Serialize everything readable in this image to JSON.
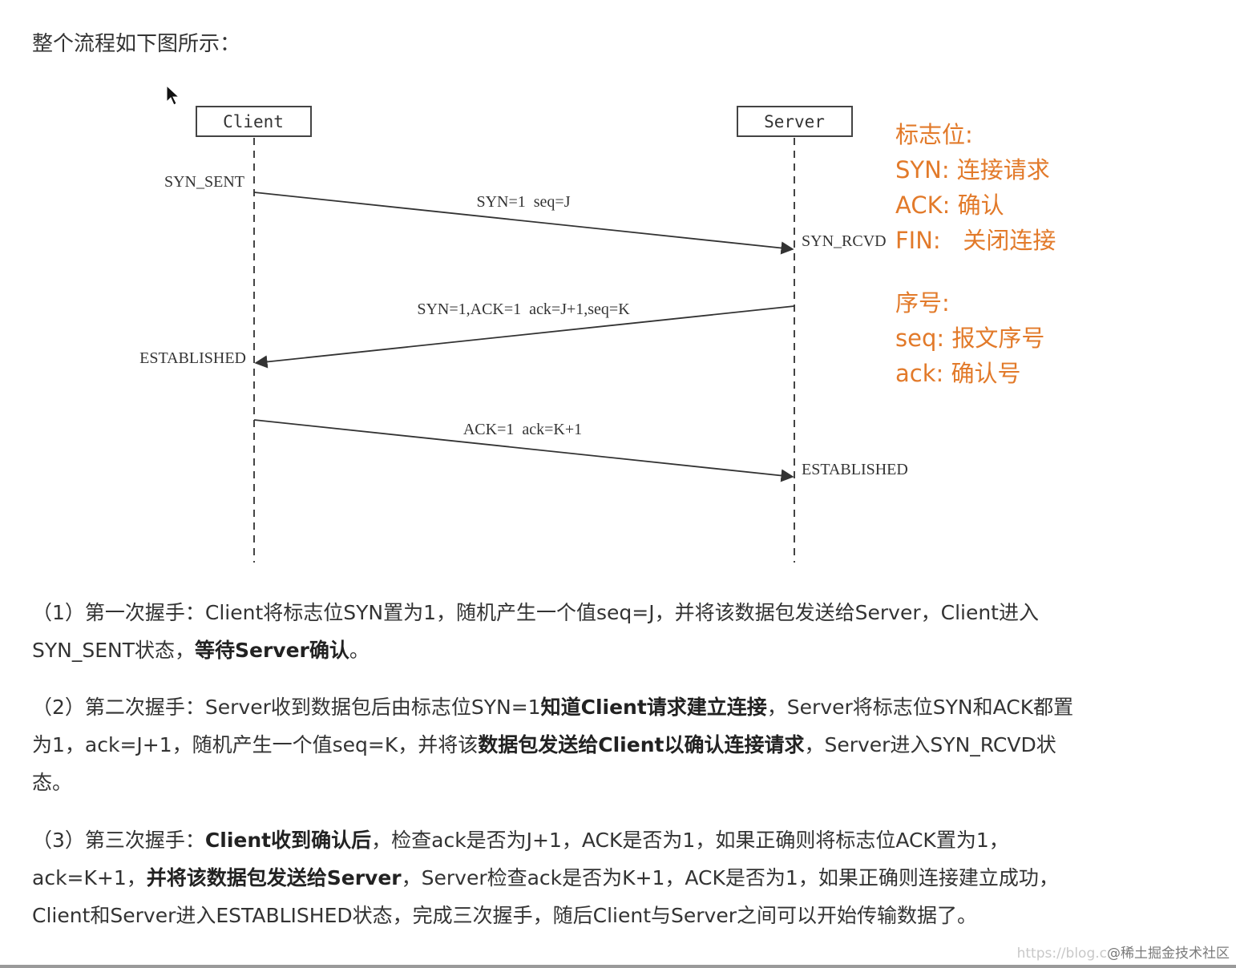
{
  "intro": "整个流程如下图所示：",
  "diagram": {
    "client_label": "Client",
    "server_label": "Server",
    "state_syn_sent": "SYN_SENT",
    "state_syn_rcvd": "SYN_RCVD",
    "state_client_established": "ESTABLISHED",
    "state_server_established": "ESTABLISHED",
    "msg1": "SYN=1  seq=J",
    "msg2": "SYN=1,ACK=1  ack=J+1,seq=K",
    "msg3": "ACK=1  ack=K+1"
  },
  "legend": {
    "flags_title": "标志位:",
    "syn": "SYN: 连接请求",
    "ack": "ACK: 确认",
    "fin": "FIN:   关闭连接",
    "seq_title": "序号:",
    "seq": "seq: 报文序号",
    "acknum": "ack: 确认号"
  },
  "steps": {
    "s1": {
      "lead": "（1）第一次握手：Client将标志位SYN置为1，随机产生一个值seq=J，并将该数据包发送给Server，Client进入SYN_SENT状态，",
      "bold": "等待Server确认",
      "tail": "。"
    },
    "s2": {
      "lead": "（2）第二次握手：Server收到数据包后由标志位SYN=1",
      "bold1": "知道Client请求建立连接",
      "mid": "，Server将标志位SYN和ACK都置为1，ack=J+1，随机产生一个值seq=K，并将该",
      "bold2": "数据包发送给Client以确认连接请求",
      "tail": "，Server进入SYN_RCVD状态。"
    },
    "s3": {
      "lead": "（3）第三次握手：",
      "bold1": "Client收到确认后",
      "mid": "，检查ack是否为J+1，ACK是否为1，如果正确则将标志位ACK置为1，ack=K+1，",
      "bold2": "并将该数据包发送给Server",
      "tail": "，Server检查ack是否为K+1，ACK是否为1，如果正确则连接建立成功，Client和Server进入ESTABLISHED状态，完成三次握手，随后Client与Server之间可以开始传输数据了。"
    }
  },
  "watermark": {
    "url": "https://blog.c",
    "site": "@稀土掘金技术社区"
  },
  "colors": {
    "accent": "#e27a2a",
    "text": "#333333",
    "line": "#444444"
  }
}
